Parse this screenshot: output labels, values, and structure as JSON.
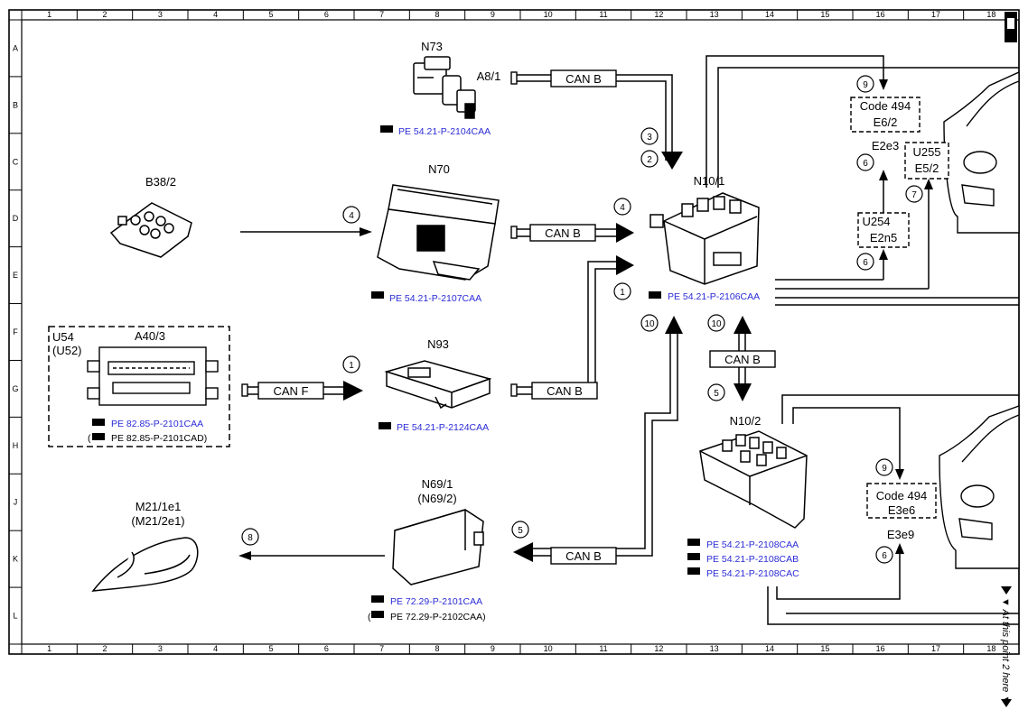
{
  "frame": {
    "columns": [
      "1",
      "2",
      "3",
      "4",
      "5",
      "6",
      "7",
      "8",
      "9",
      "10",
      "11",
      "12",
      "13",
      "14",
      "15",
      "16",
      "17",
      "18"
    ],
    "rows": [
      "A",
      "B",
      "C",
      "D",
      "E",
      "F",
      "G",
      "H",
      "J",
      "K",
      "L"
    ]
  },
  "components": {
    "n73": {
      "label": "N73",
      "sub": "A8/1",
      "ref": "PE 54.21-P-2104CAA"
    },
    "n70": {
      "label": "N70",
      "ref": "PE 54.21-P-2107CAA"
    },
    "b38": {
      "label": "B38/2"
    },
    "u54": {
      "label1": "U54",
      "label2": "(U52)",
      "label3": "A40/3",
      "ref1": "PE 82.85-P-2101CAA",
      "ref2_pre": "(",
      "ref2": "PE 82.85-P-2101CAD)"
    },
    "n93": {
      "label": "N93",
      "ref": "PE 54.21-P-2124CAA"
    },
    "n69": {
      "label1": "N69/1",
      "label2": "(N69/2)",
      "ref1": "PE 72.29-P-2101CAA",
      "ref2_pre": "(",
      "ref2": "PE 72.29-P-2102CAA)"
    },
    "m21": {
      "label1": "M21/1e1",
      "label2": "(M21/2e1)"
    },
    "n101": {
      "label": "N10/1",
      "ref": "PE 54.21-P-2106CAA"
    },
    "n102": {
      "label": "N10/2",
      "refs": [
        "PE 54.21-P-2108CAA",
        "PE 54.21-P-2108CAB",
        "PE 54.21-P-2108CAC"
      ]
    }
  },
  "boxes": {
    "code494_top": {
      "line1": "Code 494",
      "line2": "E6/2"
    },
    "e2e3": "E2e3",
    "u255": {
      "line1": "U255",
      "line2": "E5/2"
    },
    "u254": {
      "line1": "U254",
      "line2": "E2n5"
    },
    "code494_bottom": {
      "line1": "Code 494",
      "line2": "E3e6"
    },
    "e3e9": "E3e9"
  },
  "buses": {
    "can_b": "CAN B",
    "can_f": "CAN F"
  },
  "circles": {
    "c1": "1",
    "c2": "2",
    "c3": "3",
    "c4": "4",
    "c5": "5",
    "c6": "6",
    "c7": "7",
    "c8": "8",
    "c9": "9",
    "c10": "10"
  },
  "page_note": "▼ At this point 2 here ▼"
}
